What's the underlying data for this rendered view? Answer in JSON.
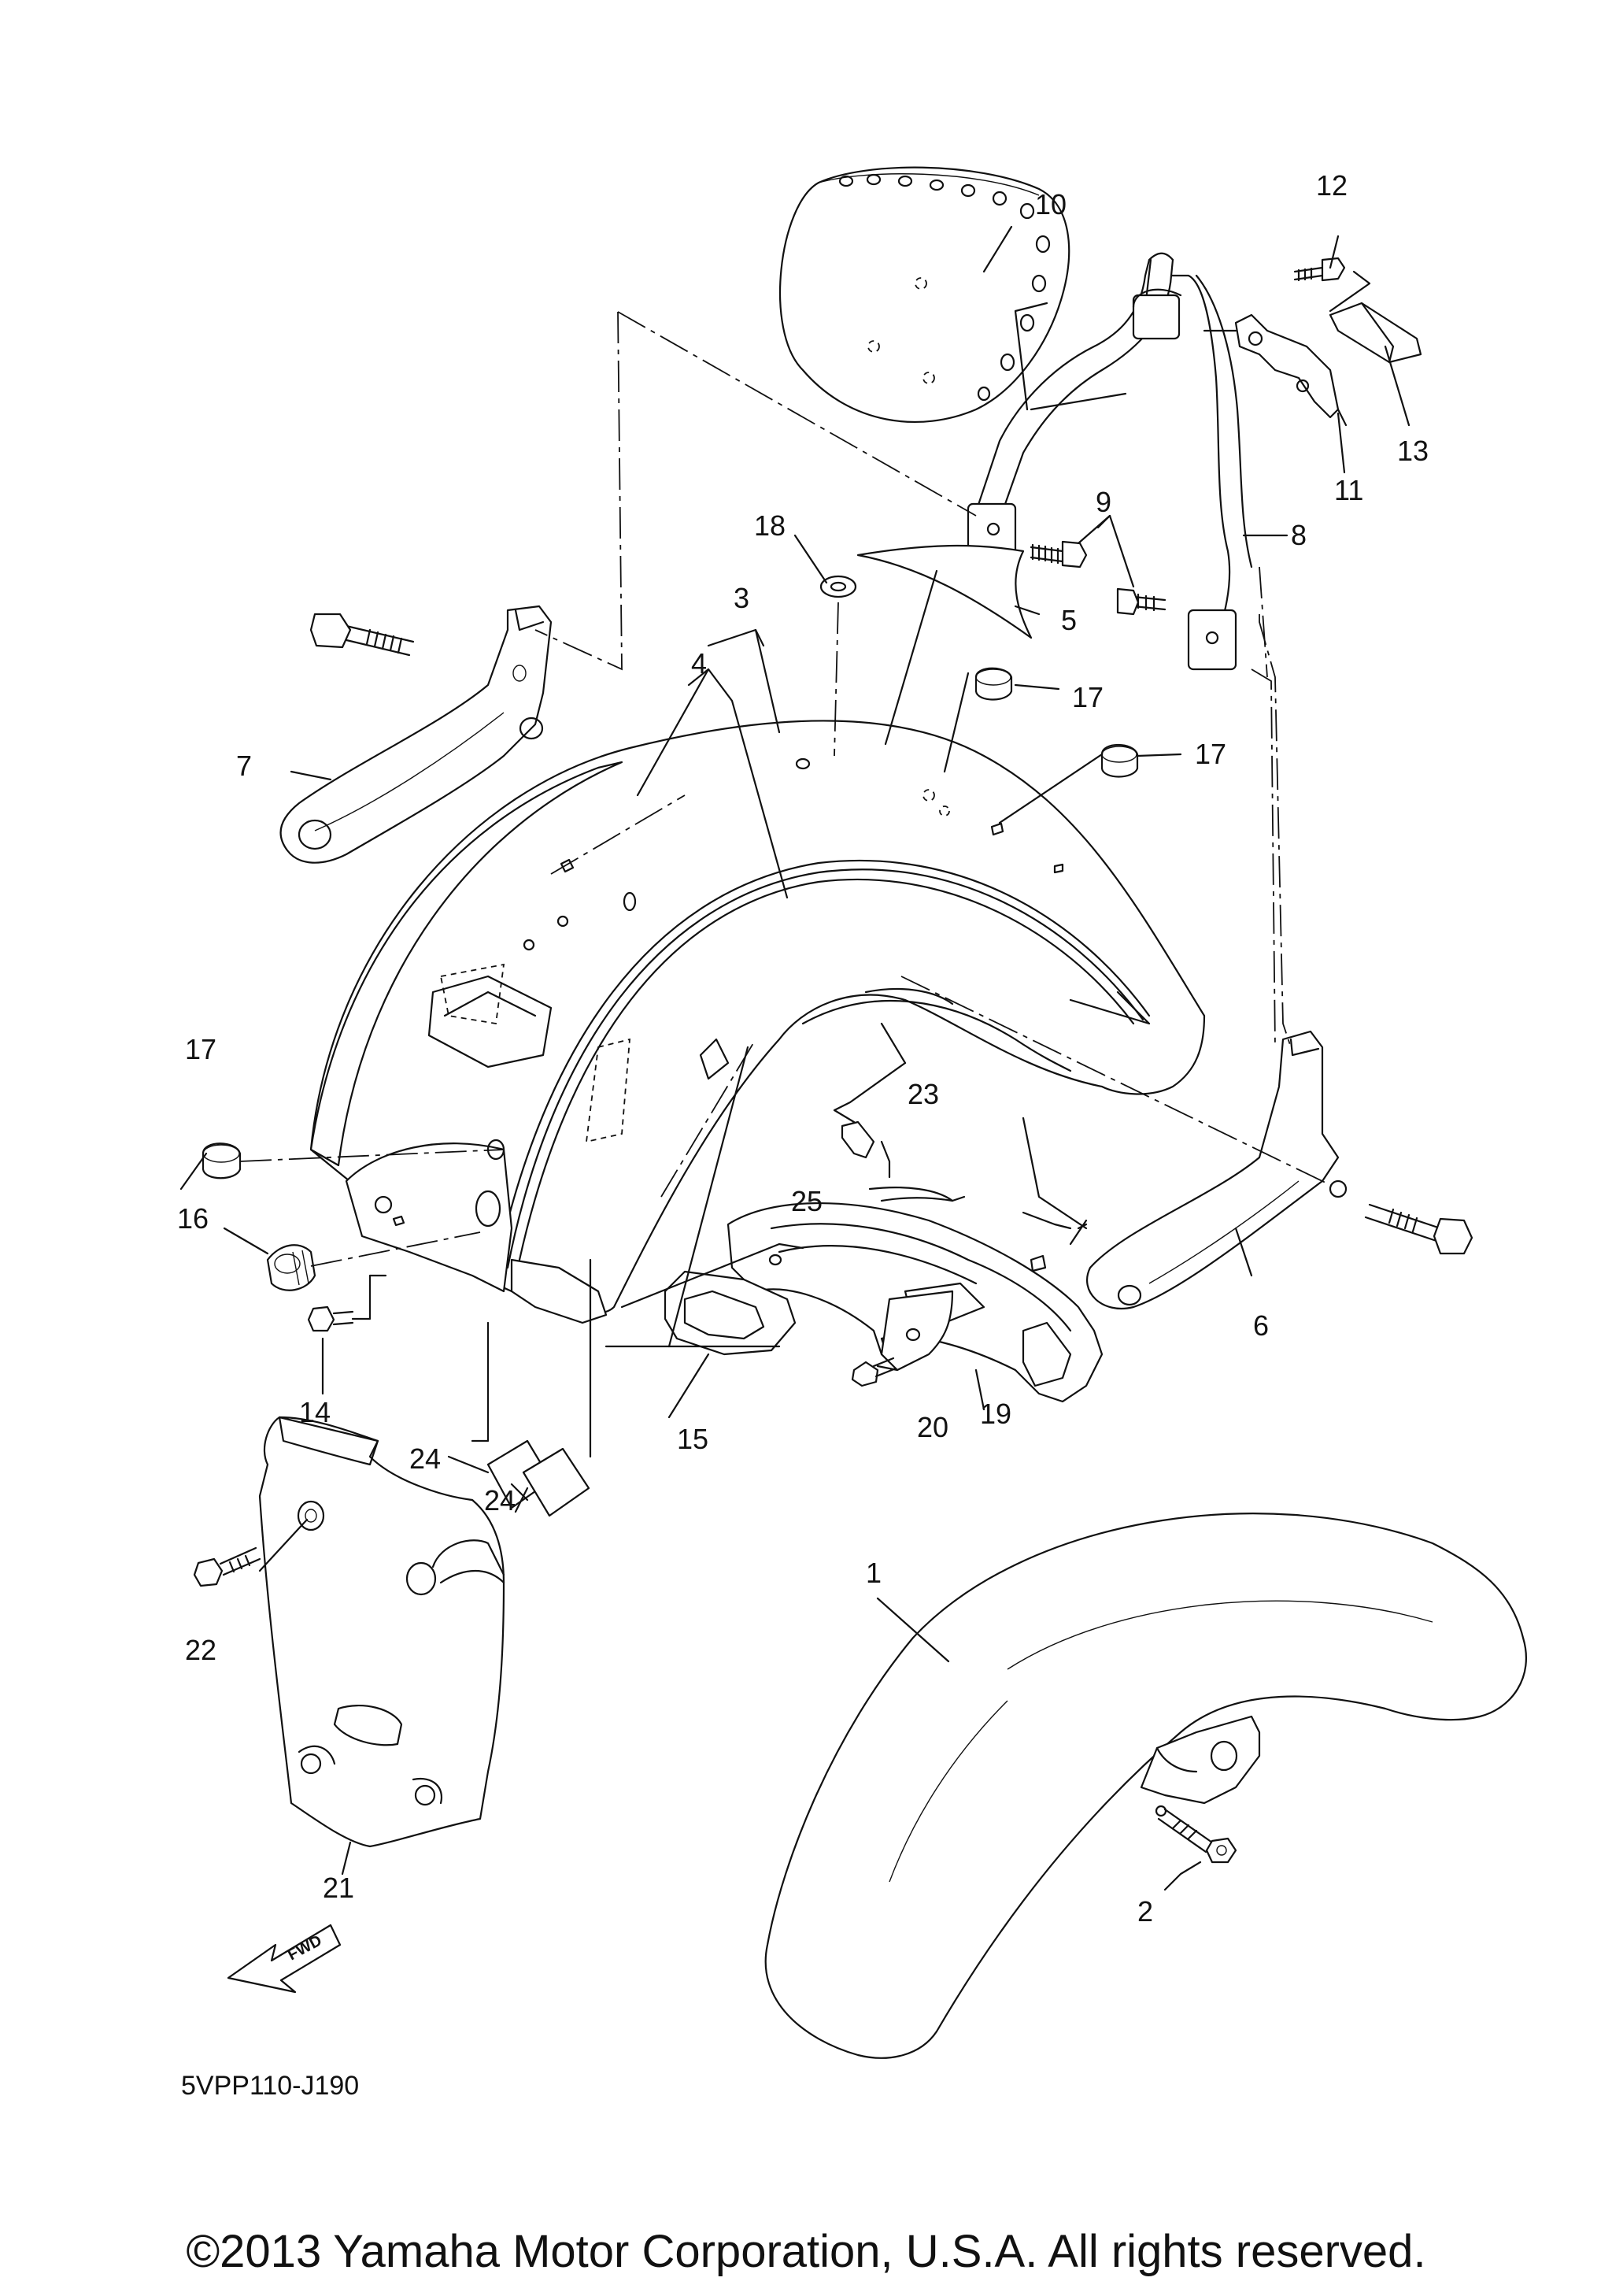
{
  "diagram": {
    "code": "5VPP110-J190",
    "fwd_label": "FWD",
    "copyright": "©2013 Yamaha Motor Corporation, U.S.A. All rights reserved.",
    "callouts": [
      "1",
      "2",
      "3",
      "4",
      "5",
      "6",
      "7",
      "8",
      "9",
      "10",
      "11",
      "12",
      "13",
      "14",
      "15",
      "16",
      "17",
      "17",
      "17",
      "18",
      "19",
      "20",
      "21",
      "22",
      "23",
      "24",
      "24",
      "25"
    ]
  }
}
